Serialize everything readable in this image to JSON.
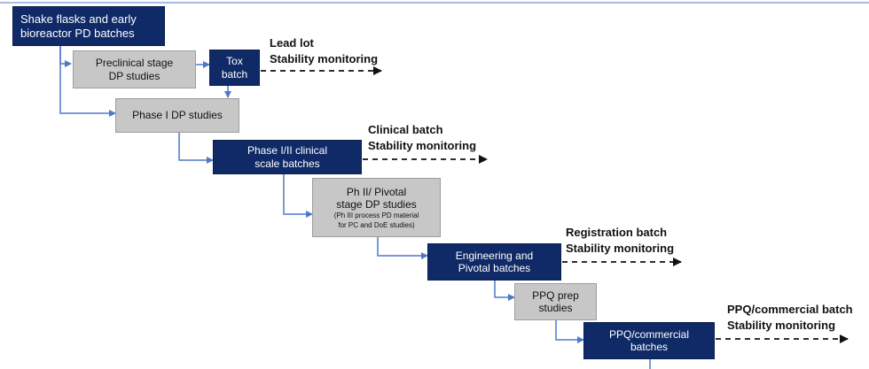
{
  "diagram": {
    "boxes": {
      "shake_flasks": {
        "line1": "Shake flasks and early",
        "line2": "bioreactor PD batches"
      },
      "preclinical": {
        "line1": "Preclinical stage",
        "line2": "DP studies"
      },
      "tox": {
        "line1": "Tox",
        "line2": "batch"
      },
      "phase1": {
        "line1": "Phase I DP studies"
      },
      "phase12": {
        "line1": "Phase I/II clinical",
        "line2": "scale batches"
      },
      "phii_pivotal": {
        "line1": "Ph II/ Pivotal",
        "line2": "stage  DP studies",
        "subnote_line1": "(Ph III process PD material",
        "subnote_line2": "for PC and DoE studies)"
      },
      "engineering": {
        "line1": "Engineering and",
        "line2": "Pivotal batches"
      },
      "ppq_prep": {
        "line1": "PPQ prep",
        "line2": "studies"
      },
      "ppq_commercial": {
        "line1": "PPQ/commercial",
        "line2": "batches"
      }
    },
    "notes": {
      "lead_lot": {
        "line1": "Lead lot",
        "line2": "Stability monitoring"
      },
      "clinical_batch": {
        "line1": "Clinical batch",
        "line2": "Stability monitoring"
      },
      "registration_batch": {
        "line1": "Registration batch",
        "line2": "Stability monitoring"
      },
      "ppq_commercial_batch": {
        "line1": "PPQ/commercial batch",
        "line2": "Stability monitoring"
      }
    },
    "colors": {
      "navy_box": "#0f2a67",
      "gray_box": "#c7c7c7",
      "connector": "#4d79c9",
      "dashed_arrow": "#111111"
    },
    "icons": {
      "connector_arrow": "arrow-right",
      "stability_arrow": "dashed-arrow-right"
    }
  }
}
